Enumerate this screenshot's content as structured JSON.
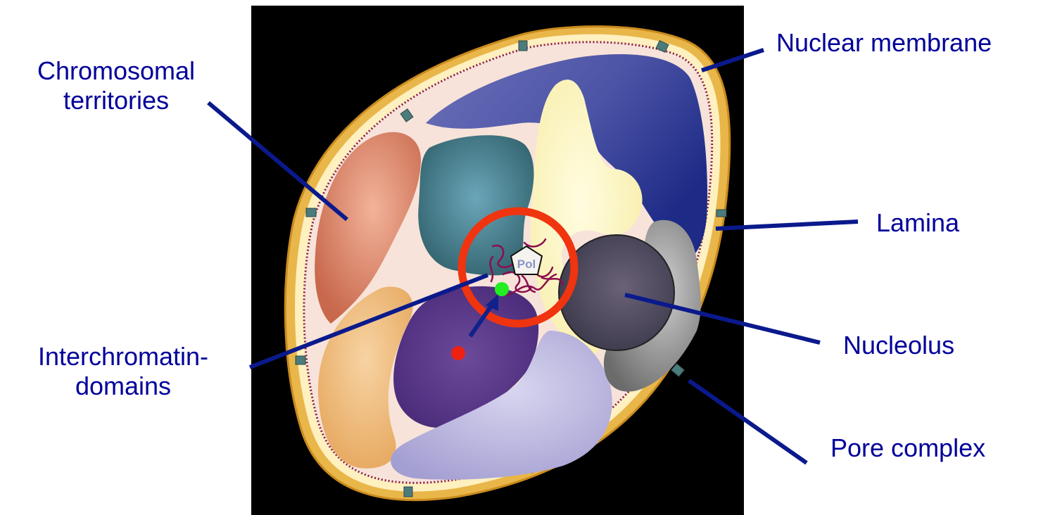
{
  "labels": {
    "chromosomal_territories": [
      "Chromosomal",
      "territories"
    ],
    "nuclear_membrane": "Nuclear membrane",
    "lamina": "Lamina",
    "nucleolus": "Nucleolus",
    "interchromatin_domains": [
      "Interchromatin-",
      "domains"
    ],
    "pore_complex": "Pore complex",
    "pol": "Pol"
  },
  "colors": {
    "background_panel": "#000000",
    "label_text": "#00009a",
    "leader_line": "#0a1a8c",
    "membrane_outer": "#e9b649",
    "membrane_inner": "#fff0c0",
    "nucleoplasm": "#f7e3d9",
    "lamina_dots": "#8a1a4a",
    "highlight_ring": "#f0340f",
    "start_dot": "#ee2211",
    "end_dot": "#22ee22",
    "chromatin_strand": "#8b0e4e"
  }
}
